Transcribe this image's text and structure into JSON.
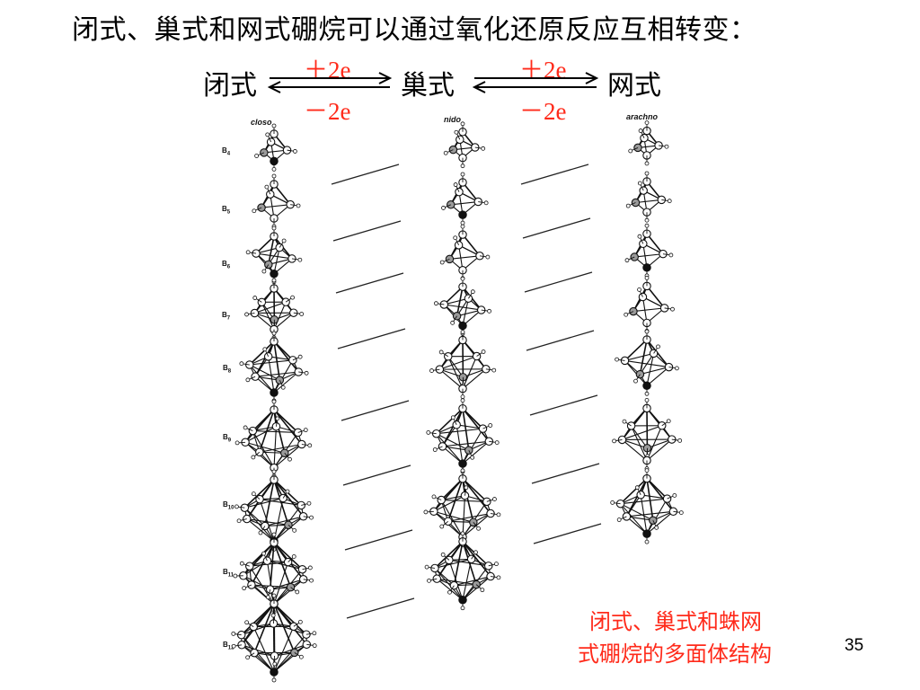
{
  "title": "闭式、巢式和网式硼烷可以通过氧化还原反应互相转变：",
  "reaction": {
    "closo": "闭式",
    "nido": "巢式",
    "arachno": "网式",
    "plus_left": "＋2e",
    "minus_left": "－2e",
    "plus_right": "＋2e",
    "minus_right": "－2e"
  },
  "figure": {
    "columns": [
      "closo",
      "nido",
      "arachno"
    ],
    "rows": [
      {
        "label": "B",
        "n": "4"
      },
      {
        "label": "B",
        "n": "5"
      },
      {
        "label": "B",
        "n": "6"
      },
      {
        "label": "B",
        "n": "7"
      },
      {
        "label": "B",
        "n": "8"
      },
      {
        "label": "B",
        "n": "9"
      },
      {
        "label": "B",
        "n": "10"
      },
      {
        "label": "B",
        "n": "11"
      },
      {
        "label": "B",
        "n": "12"
      }
    ]
  },
  "caption": {
    "line1": "闭式、巢式和蛛网",
    "line2": "式硼烷的多面体结构"
  },
  "page_number": "35"
}
